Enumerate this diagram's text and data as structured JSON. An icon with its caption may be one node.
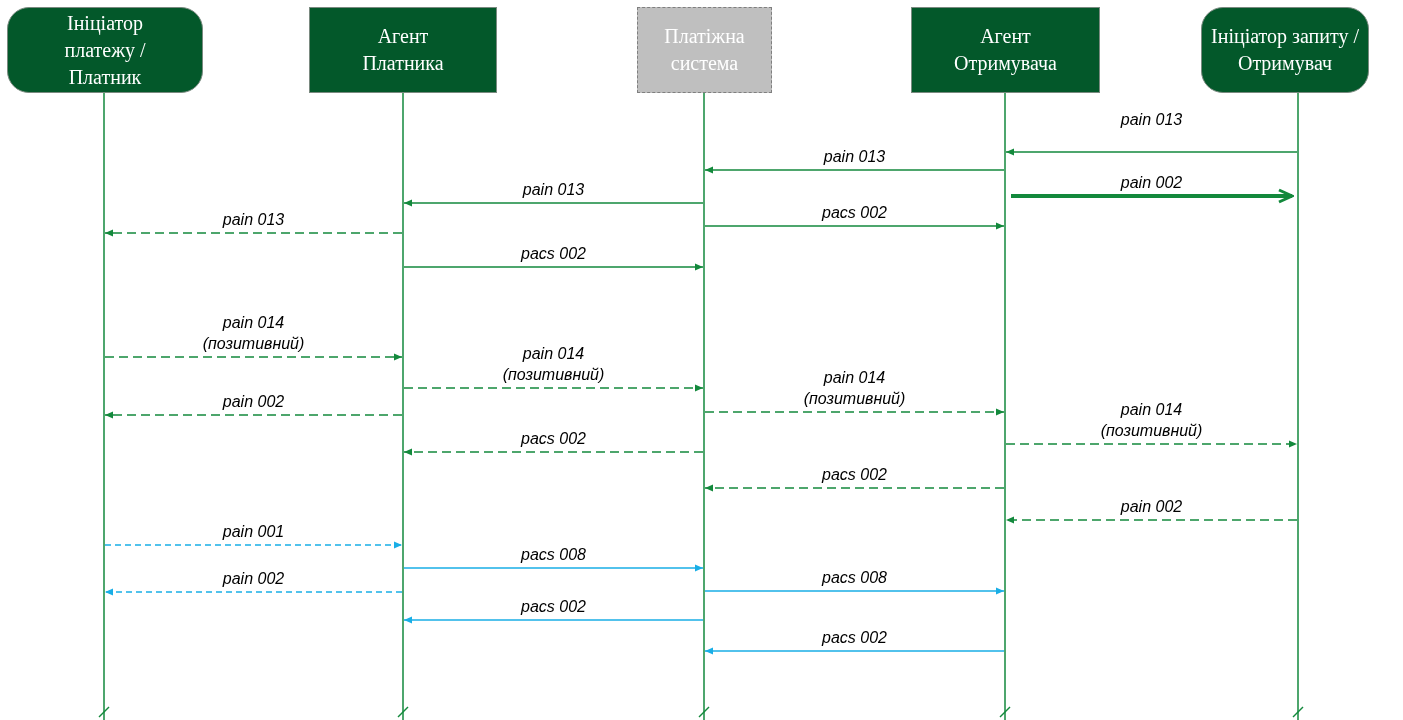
{
  "diagram": {
    "nodes": [
      {
        "text": [
          "Ініціатор платежу / Платник"
        ]
      },
      {
        "text": [
          "Агент Платника"
        ]
      },
      {
        "text": [
          "Платіжна система"
        ]
      },
      {
        "text": [
          "Агент Отримувача"
        ]
      },
      {
        "text": [
          "Ініціатор запиту / Отримувач"
        ]
      }
    ],
    "edges": [
      {
        "from": 4,
        "to": 3,
        "arrow": "to",
        "label": "pain 013"
      },
      {
        "from": 3,
        "to": 2,
        "arrow": "to",
        "label": "pain 013"
      },
      {
        "from": 3,
        "to": 4,
        "arrow": "to",
        "label": "pain 002",
        "style": "thick"
      },
      {
        "from": 2,
        "to": 1,
        "arrow": "to",
        "label": "pain 013"
      },
      {
        "from": 2,
        "to": 3,
        "arrow": "to",
        "label": "pacs 002"
      },
      {
        "from": 1,
        "to": 0,
        "arrow": "to",
        "label": "pain 013",
        "style": "dashed"
      },
      {
        "from": 1,
        "to": 2,
        "arrow": "to",
        "label": "pacs 002"
      },
      {
        "from": 0,
        "to": 1,
        "arrow": "to",
        "label": "pain 014 (позитивний)",
        "style": "dashed"
      },
      {
        "from": 1,
        "to": 2,
        "arrow": "to",
        "label": "pain 014 (позитивний)",
        "style": "dashed"
      },
      {
        "from": 2,
        "to": 3,
        "arrow": "to",
        "label": "pain 014 (позитивний)",
        "style": "dashed"
      },
      {
        "from": 1,
        "to": 0,
        "arrow": "to",
        "label": "pain 002",
        "style": "dashed"
      },
      {
        "from": 3,
        "to": 4,
        "arrow": "to",
        "label": "pain 014 (позитивний)",
        "style": "dashed"
      },
      {
        "from": 2,
        "to": 1,
        "arrow": "to",
        "label": "pacs 002",
        "style": "dashed"
      },
      {
        "from": 3,
        "to": 2,
        "arrow": "to",
        "label": "pacs 002",
        "style": "dashed"
      },
      {
        "from": 4,
        "to": 3,
        "arrow": "to",
        "label": "pain 002",
        "style": "dashed"
      },
      {
        "from": 0,
        "to": 1,
        "arrow": "to",
        "label": "pain 001",
        "style": "dashed",
        "color": "#19aee6"
      },
      {
        "from": 1,
        "to": 2,
        "arrow": "to",
        "label": "pacs 008",
        "color": "#19aee6"
      },
      {
        "from": 2,
        "to": 3,
        "arrow": "to",
        "label": "pacs 008",
        "color": "#19aee6"
      },
      {
        "from": 1,
        "to": 0,
        "arrow": "to",
        "label": "pain 002",
        "style": "dashed",
        "color": "#19aee6"
      },
      {
        "from": 2,
        "to": 1,
        "arrow": "to",
        "label": "pacs 002",
        "color": "#19aee6"
      },
      {
        "from": 3,
        "to": 2,
        "arrow": "to",
        "label": "pacs 002",
        "color": "#19aee6"
      }
    ]
  }
}
